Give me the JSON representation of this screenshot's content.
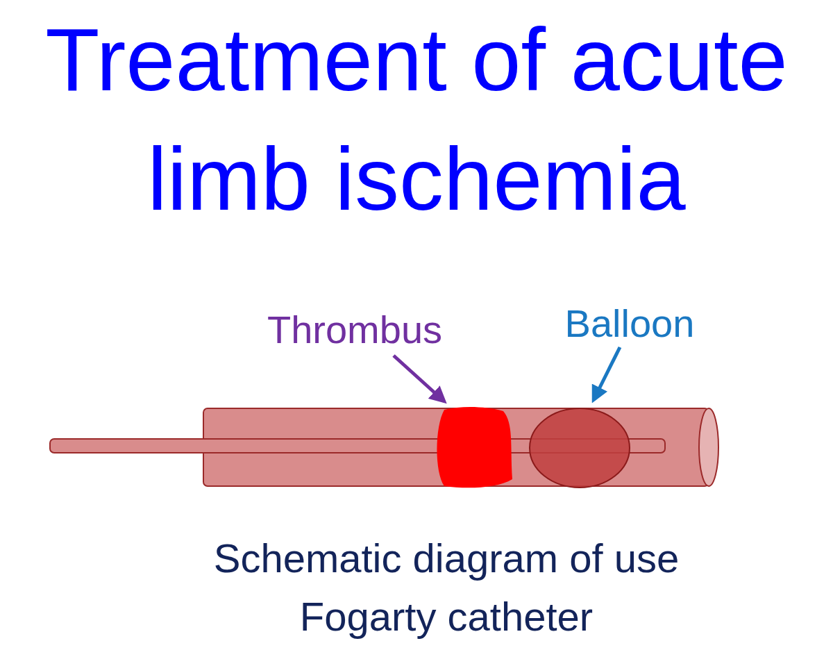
{
  "diagram": {
    "title": "Treatment of acute limb ischemia",
    "caption": "Schematic diagram of use Fogarty catheter",
    "labels": [
      "Thrombus",
      "Balloon"
    ]
  }
}
